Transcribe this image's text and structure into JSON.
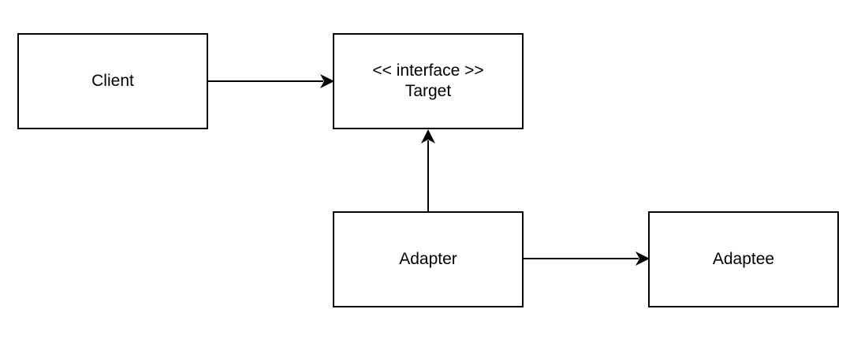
{
  "nodes": {
    "client": {
      "label": "Client"
    },
    "target": {
      "stereotype": "<< interface >>",
      "label": "Target"
    },
    "adapter": {
      "label": "Adapter"
    },
    "adaptee": {
      "label": "Adaptee"
    }
  },
  "edges": [
    {
      "from": "Client",
      "to": "Target"
    },
    {
      "from": "Adapter",
      "to": "Target"
    },
    {
      "from": "Adapter",
      "to": "Adaptee"
    }
  ],
  "colors": {
    "stroke": "#000000",
    "background": "#ffffff"
  }
}
